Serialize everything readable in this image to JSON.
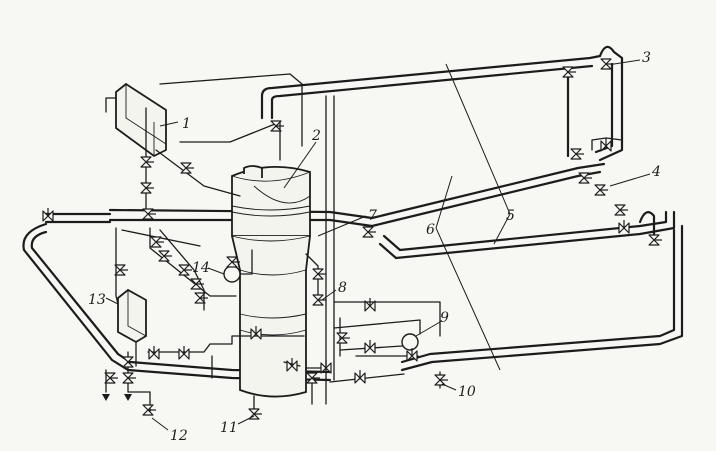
{
  "labels": {
    "l1": "1",
    "l2": "2",
    "l3": "3",
    "l4": "4",
    "l5": "5",
    "l6": "6",
    "l7": "7",
    "l8": "8",
    "l9": "9",
    "l10": "10",
    "l11": "11",
    "l12": "12",
    "l13": "13",
    "l14": "14"
  },
  "colors": {
    "ink": "#1c1c1c",
    "paper": "#f7f7f3"
  }
}
